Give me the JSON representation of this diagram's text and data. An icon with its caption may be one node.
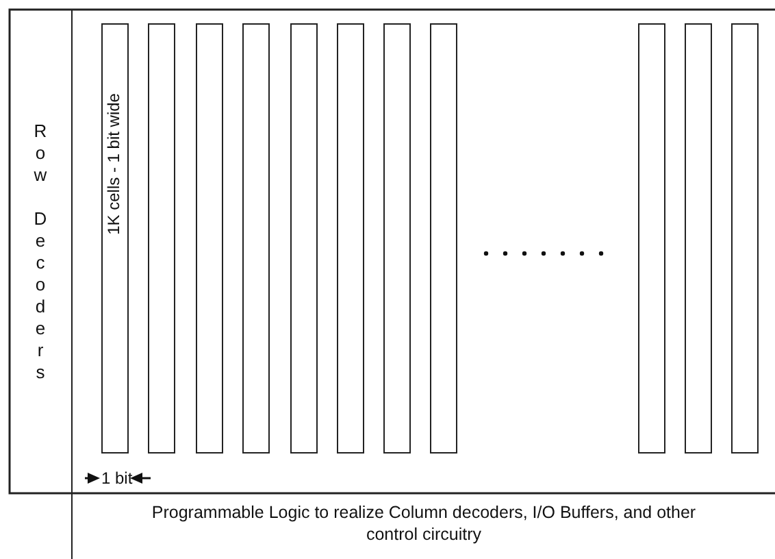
{
  "diagram": {
    "nodes": [
      {
        "text": [
          "Row Decoders"
        ]
      },
      {
        "text": [
          "1K cells - 1 bit wide"
        ]
      },
      {
        "text": [],
        "shape": "box"
      },
      {
        "text": [],
        "shape": "box"
      },
      {
        "text": [],
        "shape": "box"
      },
      {
        "text": [],
        "shape": "box"
      },
      {
        "text": [],
        "shape": "box"
      },
      {
        "text": [],
        "shape": "box"
      },
      {
        "text": [],
        "shape": "box"
      },
      {
        "text": [],
        "shape": "box"
      },
      {
        "text": [],
        "shape": "box"
      },
      {
        "text": [],
        "shape": "box"
      },
      {
        "text": [
          "Programmable Logic to realize Column decoders, I/O Buffers, and other control circuitry"
        ]
      }
    ],
    "labels": [
      "1 bit"
    ]
  }
}
